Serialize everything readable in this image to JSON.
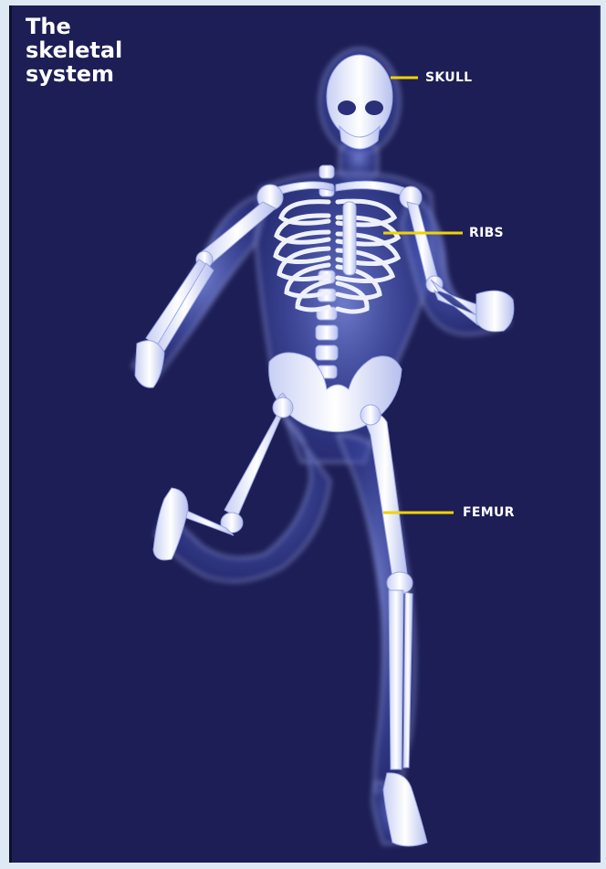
{
  "title": {
    "lines": [
      "The",
      "skeletal",
      "system"
    ]
  },
  "labels": {
    "skull": "SKULL",
    "ribs": "RIBS",
    "femur": "FEMUR"
  },
  "colors": {
    "background": "#1d1e56",
    "page": "#dfe9f3",
    "leader_line": "#f2d200",
    "label_text": "#ffffff",
    "bone": "#e9eefb",
    "body_glow": "#6f7ee0"
  },
  "illustration": {
    "icon": "running-skeleton-illustration"
  }
}
